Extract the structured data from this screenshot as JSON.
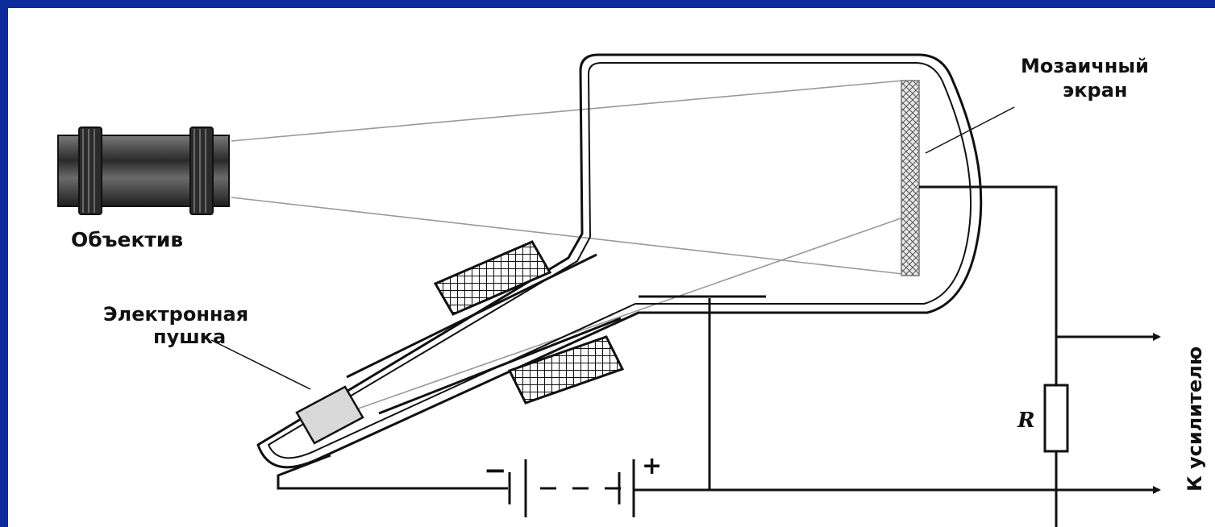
{
  "diagram": {
    "labels": {
      "lens": "Объектив",
      "screen_line1": "Мозаичный",
      "screen_line2": "экран",
      "gun_line1": "Электронная",
      "gun_line2": "пушка",
      "resistor": "R",
      "output": "К усилителю",
      "minus": "−",
      "plus": "+"
    },
    "colors": {
      "frame": "#0b2c9a",
      "background": "#ffffff",
      "ink": "#111111",
      "ray": "#9a9a9a",
      "lens_fill": "#3a3a3a"
    }
  }
}
